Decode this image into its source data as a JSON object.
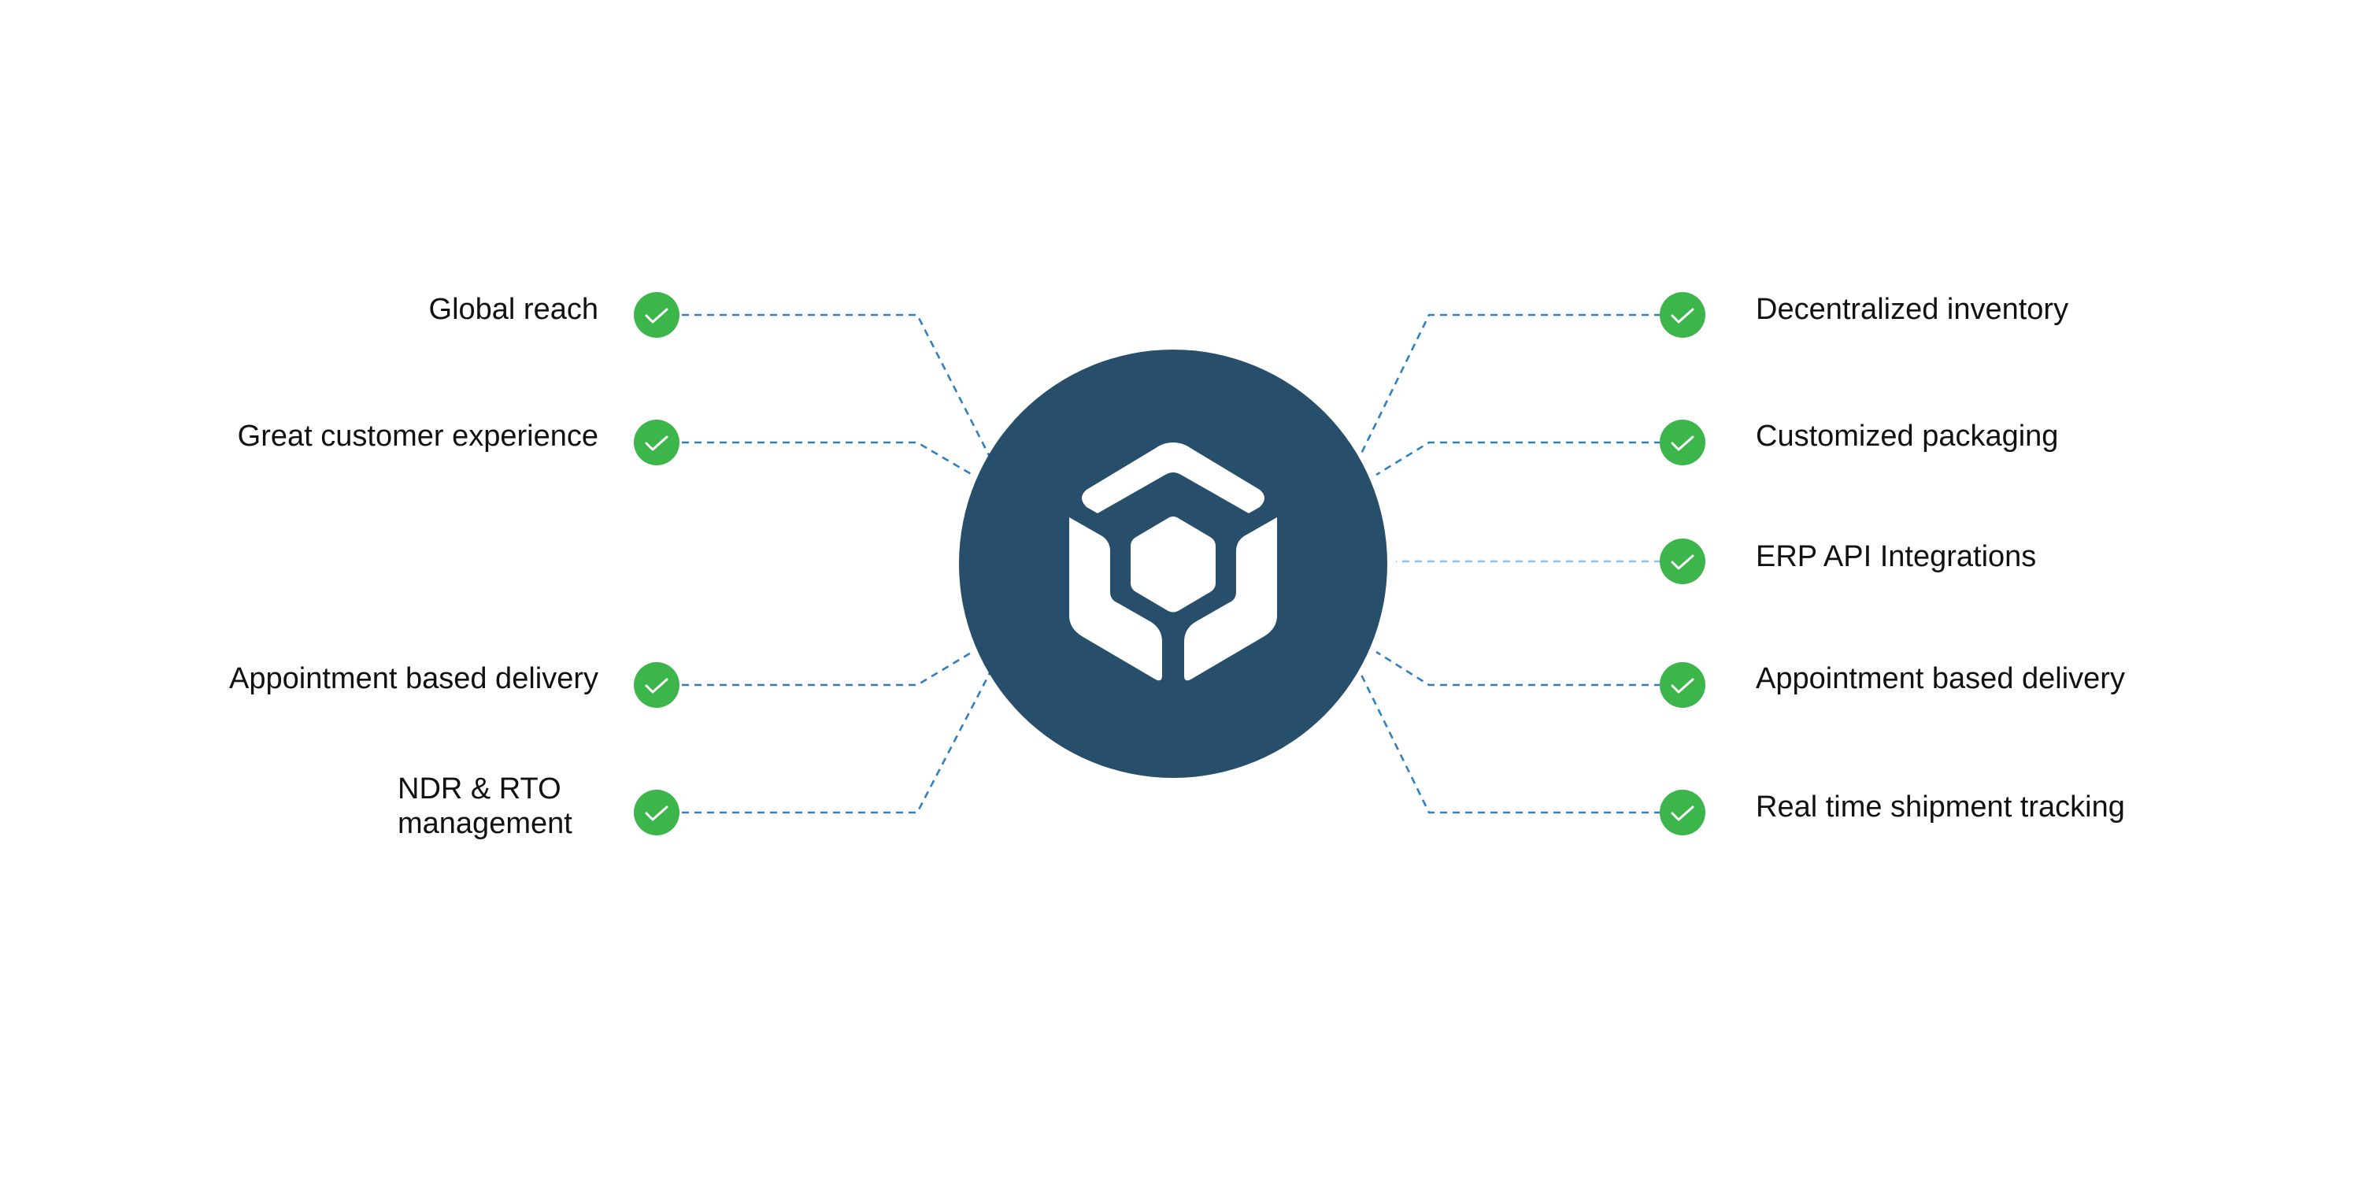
{
  "diagram": {
    "colors": {
      "hub": "#274f6b",
      "check": "#3cb54a",
      "connector": "#2f7fc1",
      "text": "#111111",
      "background": "#ffffff"
    },
    "hub_icon": "box-logo-icon",
    "check_icon": "check-icon",
    "left_items": [
      {
        "label": "Global reach"
      },
      {
        "label": "Great customer experience"
      },
      {
        "label": "Appointment based delivery"
      },
      {
        "label": "NDR & RTO management"
      }
    ],
    "right_items": [
      {
        "label": "Decentralized inventory"
      },
      {
        "label": "Customized packaging"
      },
      {
        "label": "ERP API Integrations"
      },
      {
        "label": "Appointment based delivery"
      },
      {
        "label": "Real time shipment tracking"
      }
    ]
  }
}
